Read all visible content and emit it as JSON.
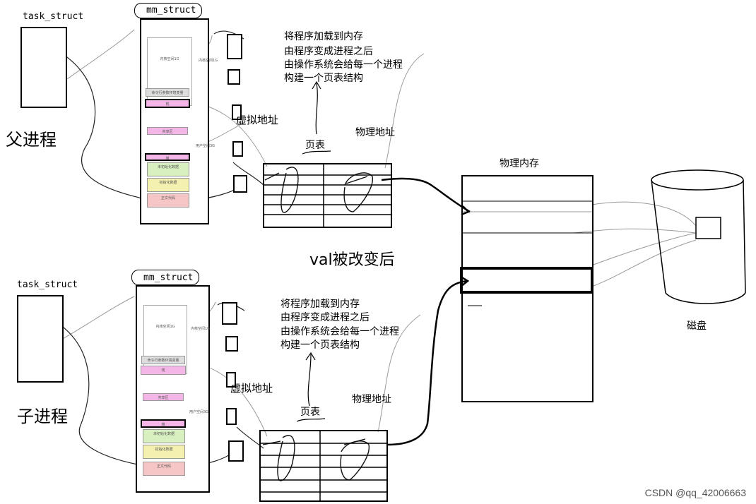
{
  "parent": {
    "process_label": "父进程",
    "task_struct_label": "task_struct",
    "mm_struct_label": "mm_struct",
    "note_lines": [
      "将程序加载到内存",
      "由程序变成进程之后",
      "由操作系统会给每一个进程",
      "构建一个页表结构"
    ],
    "virtual_addr_label": "虚拟地址",
    "page_table_label": "页表",
    "physical_addr_label": "物理地址",
    "segments": [
      "内核空间1G",
      "命令行参数环境变量",
      "栈",
      "共享区",
      "堆",
      "用户空间3G",
      "未初始化数据",
      "初始化数据",
      "正文代码"
    ]
  },
  "child": {
    "process_label": "子进程",
    "task_struct_label": "task_struct",
    "mm_struct_label": "mm_struct",
    "note_lines": [
      "将程序加载到内存",
      "由程序变成进程之后",
      "由操作系统会给每一个进程",
      "构建一个页表结构"
    ],
    "virtual_addr_label": "虚拟地址",
    "page_table_label": "页表",
    "physical_addr_label": "物理地址",
    "segments": [
      "内核空间1G",
      "命令行参数环境变量",
      "栈",
      "共享区",
      "堆",
      "用户空间3G",
      "未初始化数据",
      "初始化数据",
      "正文代码"
    ]
  },
  "middle_caption": "val被改变后",
  "physical_memory_label": "物理内存",
  "disk_label": "磁盘",
  "watermark": "CSDN @qq_42006663",
  "colors": {
    "segment_pink": "#f4b6e6",
    "segment_green": "#d8f0c0",
    "segment_yellow": "#f4f0b0",
    "segment_red": "#f6c6c6",
    "arrow_blue": "#2a5bd6",
    "faint_line": "#9a9a9a"
  }
}
